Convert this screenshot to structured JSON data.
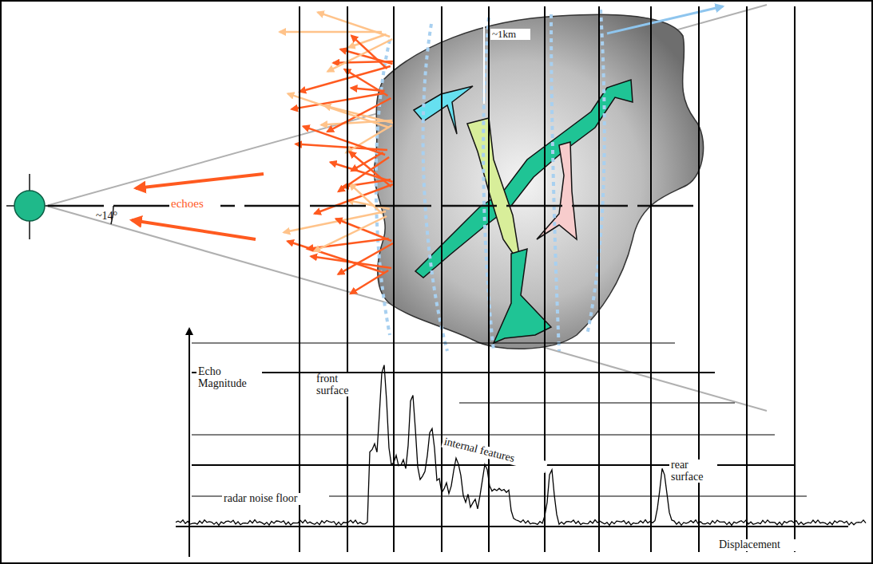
{
  "diagram": {
    "labels": [
      "~14°",
      "echoes",
      "~1km",
      "Echo Magnitude",
      "front surface",
      "internal features",
      "rear surface",
      "radar noise floor",
      "Displacement"
    ]
  }
}
